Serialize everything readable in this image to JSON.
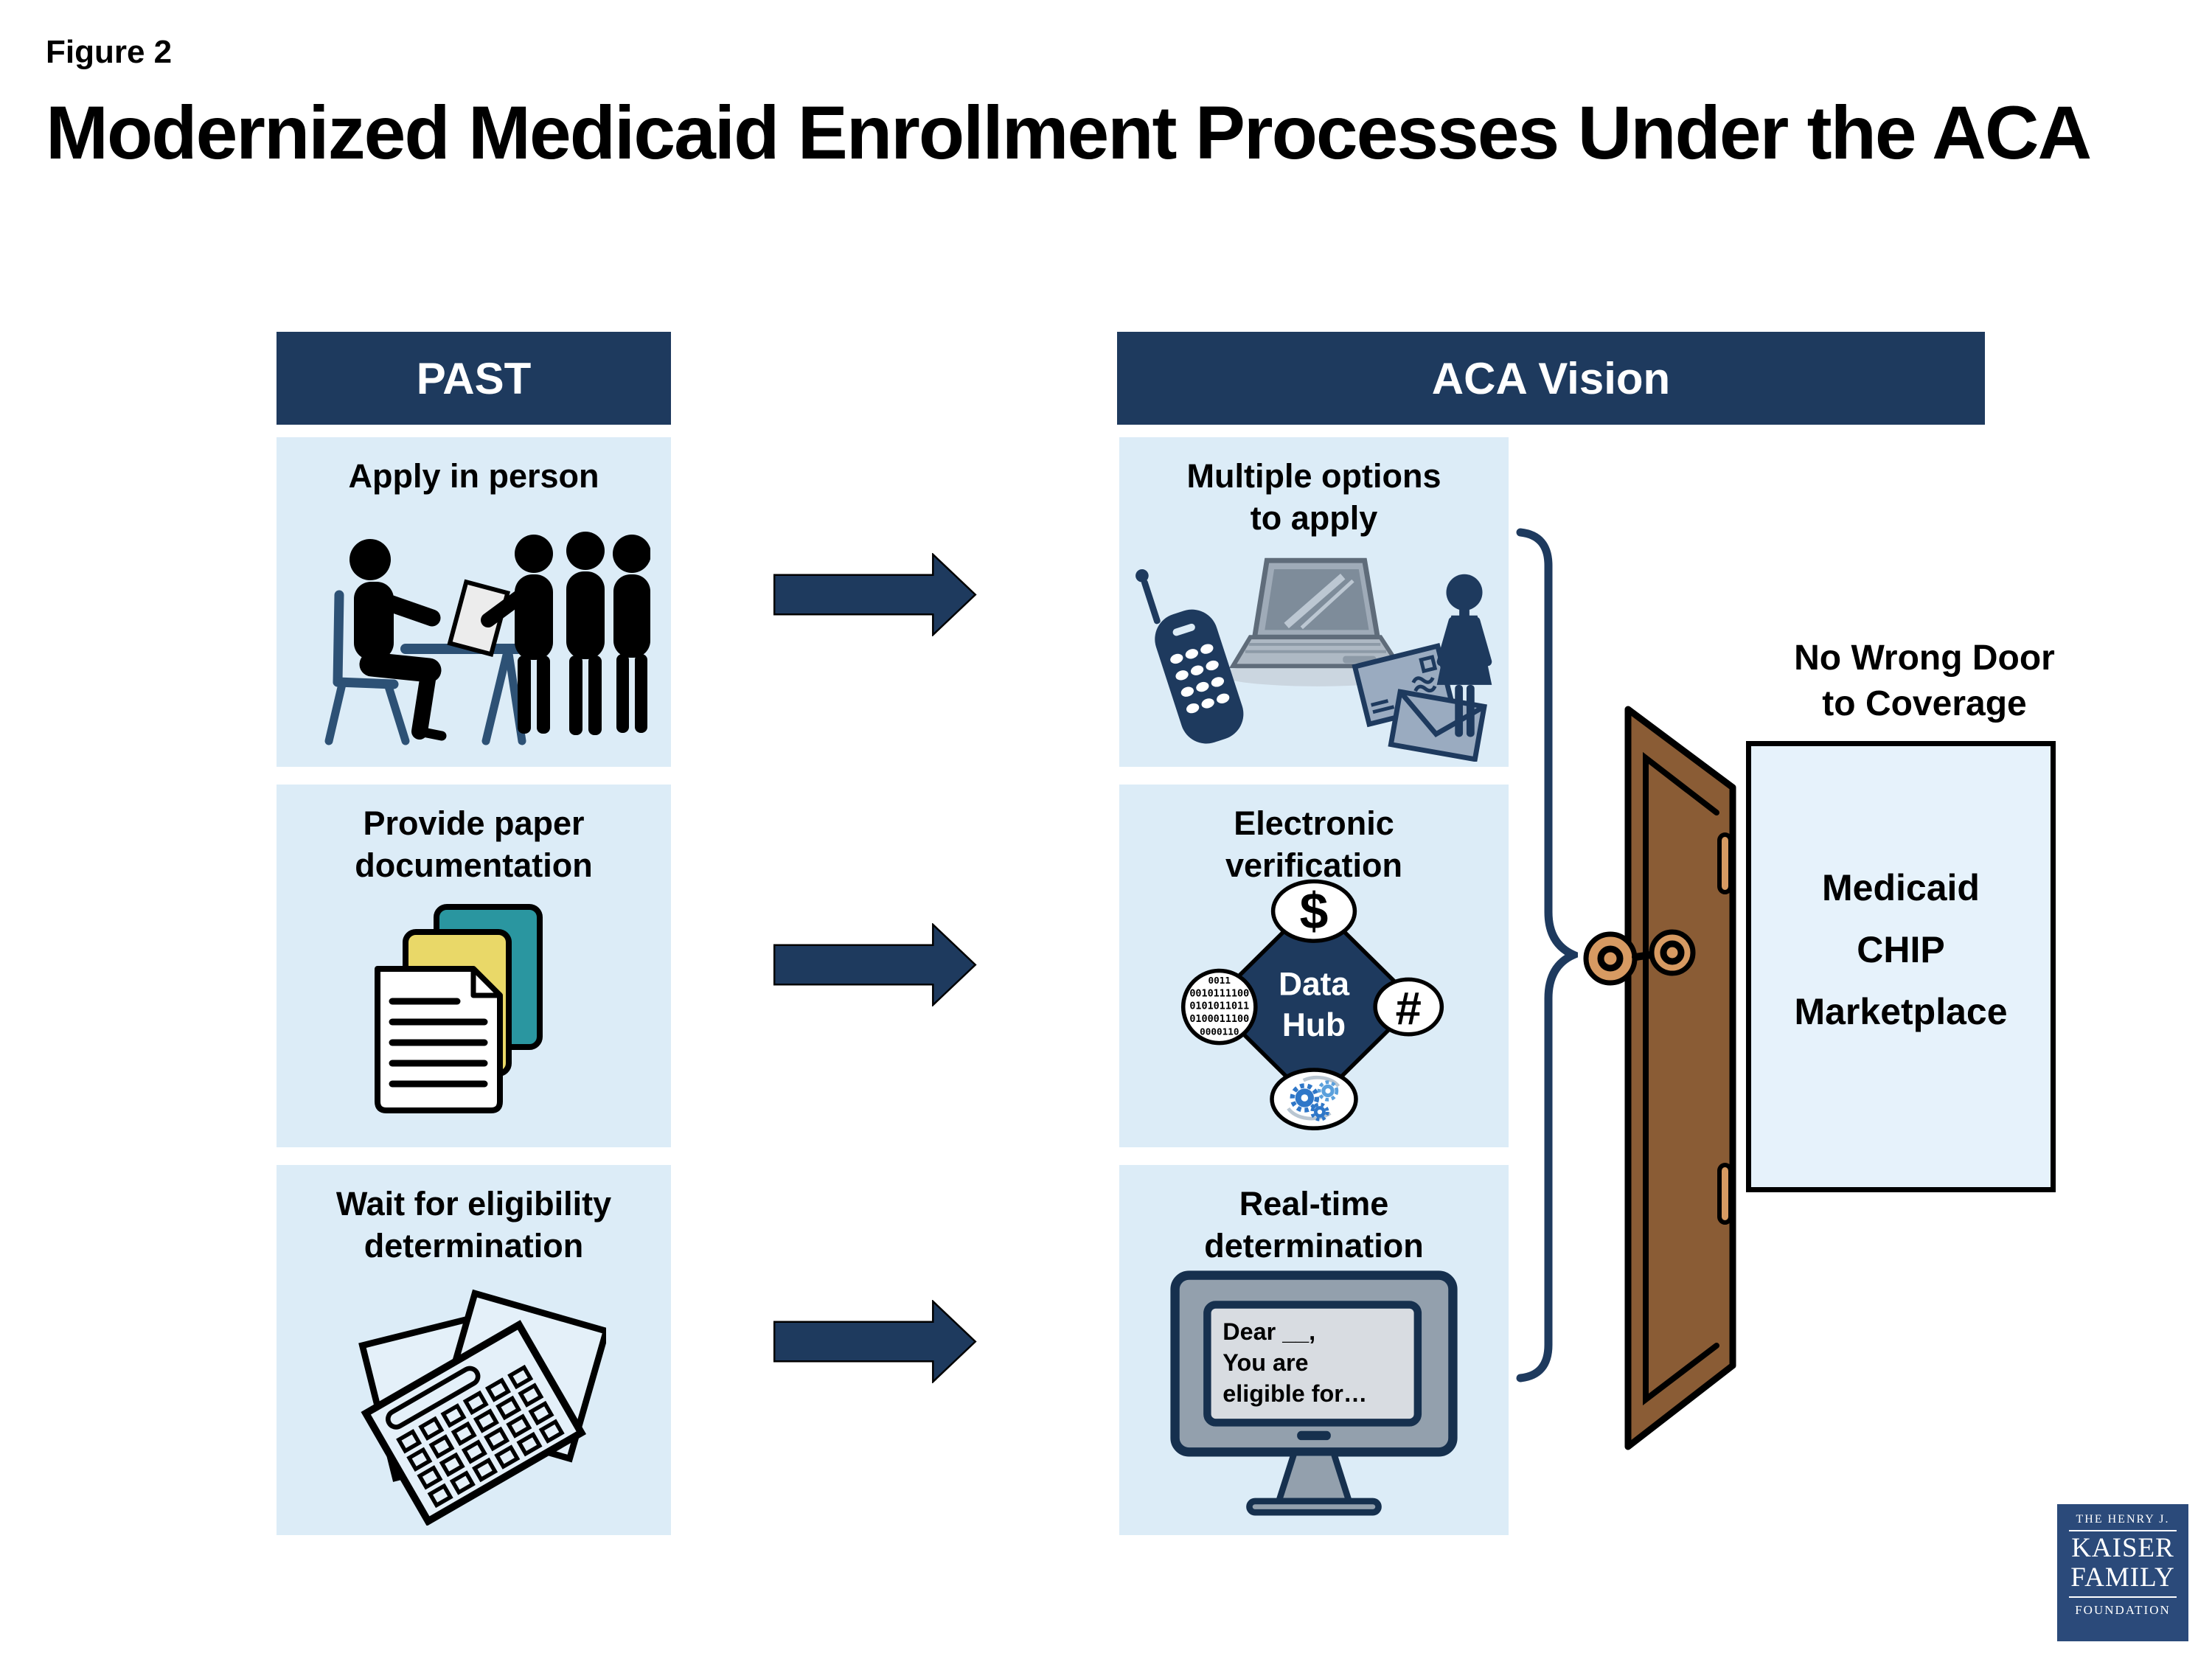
{
  "figure_label": "Figure 2",
  "title": "Modernized Medicaid Enrollment Processes Under the ACA",
  "past": {
    "header": "PAST",
    "panels": [
      {
        "lines": [
          "Apply in person",
          ""
        ]
      },
      {
        "lines": [
          "Provide paper",
          "documentation"
        ]
      },
      {
        "lines": [
          "Wait for eligibility",
          "determination"
        ]
      }
    ]
  },
  "aca": {
    "header": "ACA Vision",
    "panels": [
      {
        "lines": [
          "Multiple options",
          "to apply"
        ]
      },
      {
        "lines": [
          "Electronic",
          "verification"
        ]
      },
      {
        "lines": [
          "Real-time",
          "determination"
        ]
      }
    ]
  },
  "door": {
    "caption": [
      "No Wrong Door",
      "to Coverage"
    ],
    "destinations": [
      "Medicaid",
      "CHIP",
      "Marketplace"
    ]
  },
  "data_hub": {
    "label": [
      "Data",
      "Hub"
    ],
    "sources": {
      "dollar": "$",
      "hash": "#",
      "binary": [
        "0011",
        "0010111100",
        "0101011011",
        "0100011100",
        "0000110"
      ]
    }
  },
  "monitor_message": [
    "Dear __,",
    "You are",
    "eligible for…"
  ],
  "logo": {
    "line1": "THE HENRY J.",
    "line2": "KAISER",
    "line3": "FAMILY",
    "line4": "FOUNDATION"
  },
  "colors": {
    "navy": "#1e3a5e",
    "panel_blue": "#dcecf7",
    "door_brown": "#8a5c35",
    "knob_tan": "#d79a62",
    "doc_teal": "#2a96a0",
    "doc_yellow": "#e9d868",
    "gear_blue": "#2f77c8",
    "monitor_gray": "#93a0ad",
    "monitor_outline": "#16304e",
    "logo_navy": "#2b4a7a"
  }
}
